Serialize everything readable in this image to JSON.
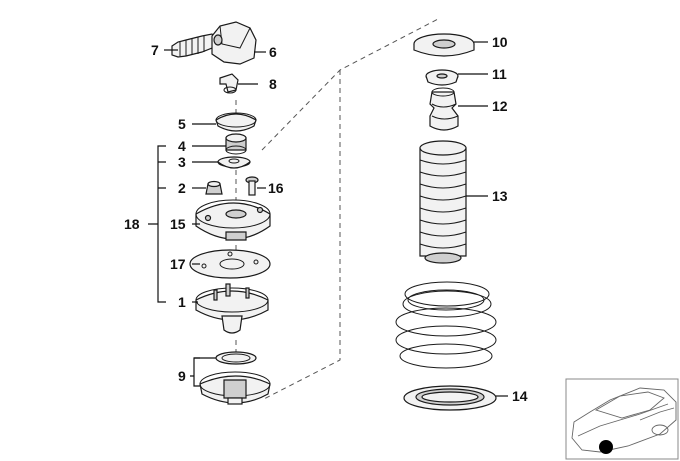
{
  "callouts": {
    "c1": "1",
    "c2": "2",
    "c3": "3",
    "c4": "4",
    "c5": "5",
    "c6": "6",
    "c7": "7",
    "c8": "8",
    "c9": "9",
    "c10": "10",
    "c11": "11",
    "c12": "12",
    "c13": "13",
    "c14": "14",
    "c15": "15",
    "c16": "16",
    "c17": "17",
    "c18": "18"
  },
  "colors": {
    "line": "#1a1a1a",
    "part_fill": "#f2f2f2",
    "part_shade": "#cfcfcf",
    "locator_dot": "#000000"
  },
  "icons": {
    "locator": "car-location-thumbnail-icon"
  }
}
